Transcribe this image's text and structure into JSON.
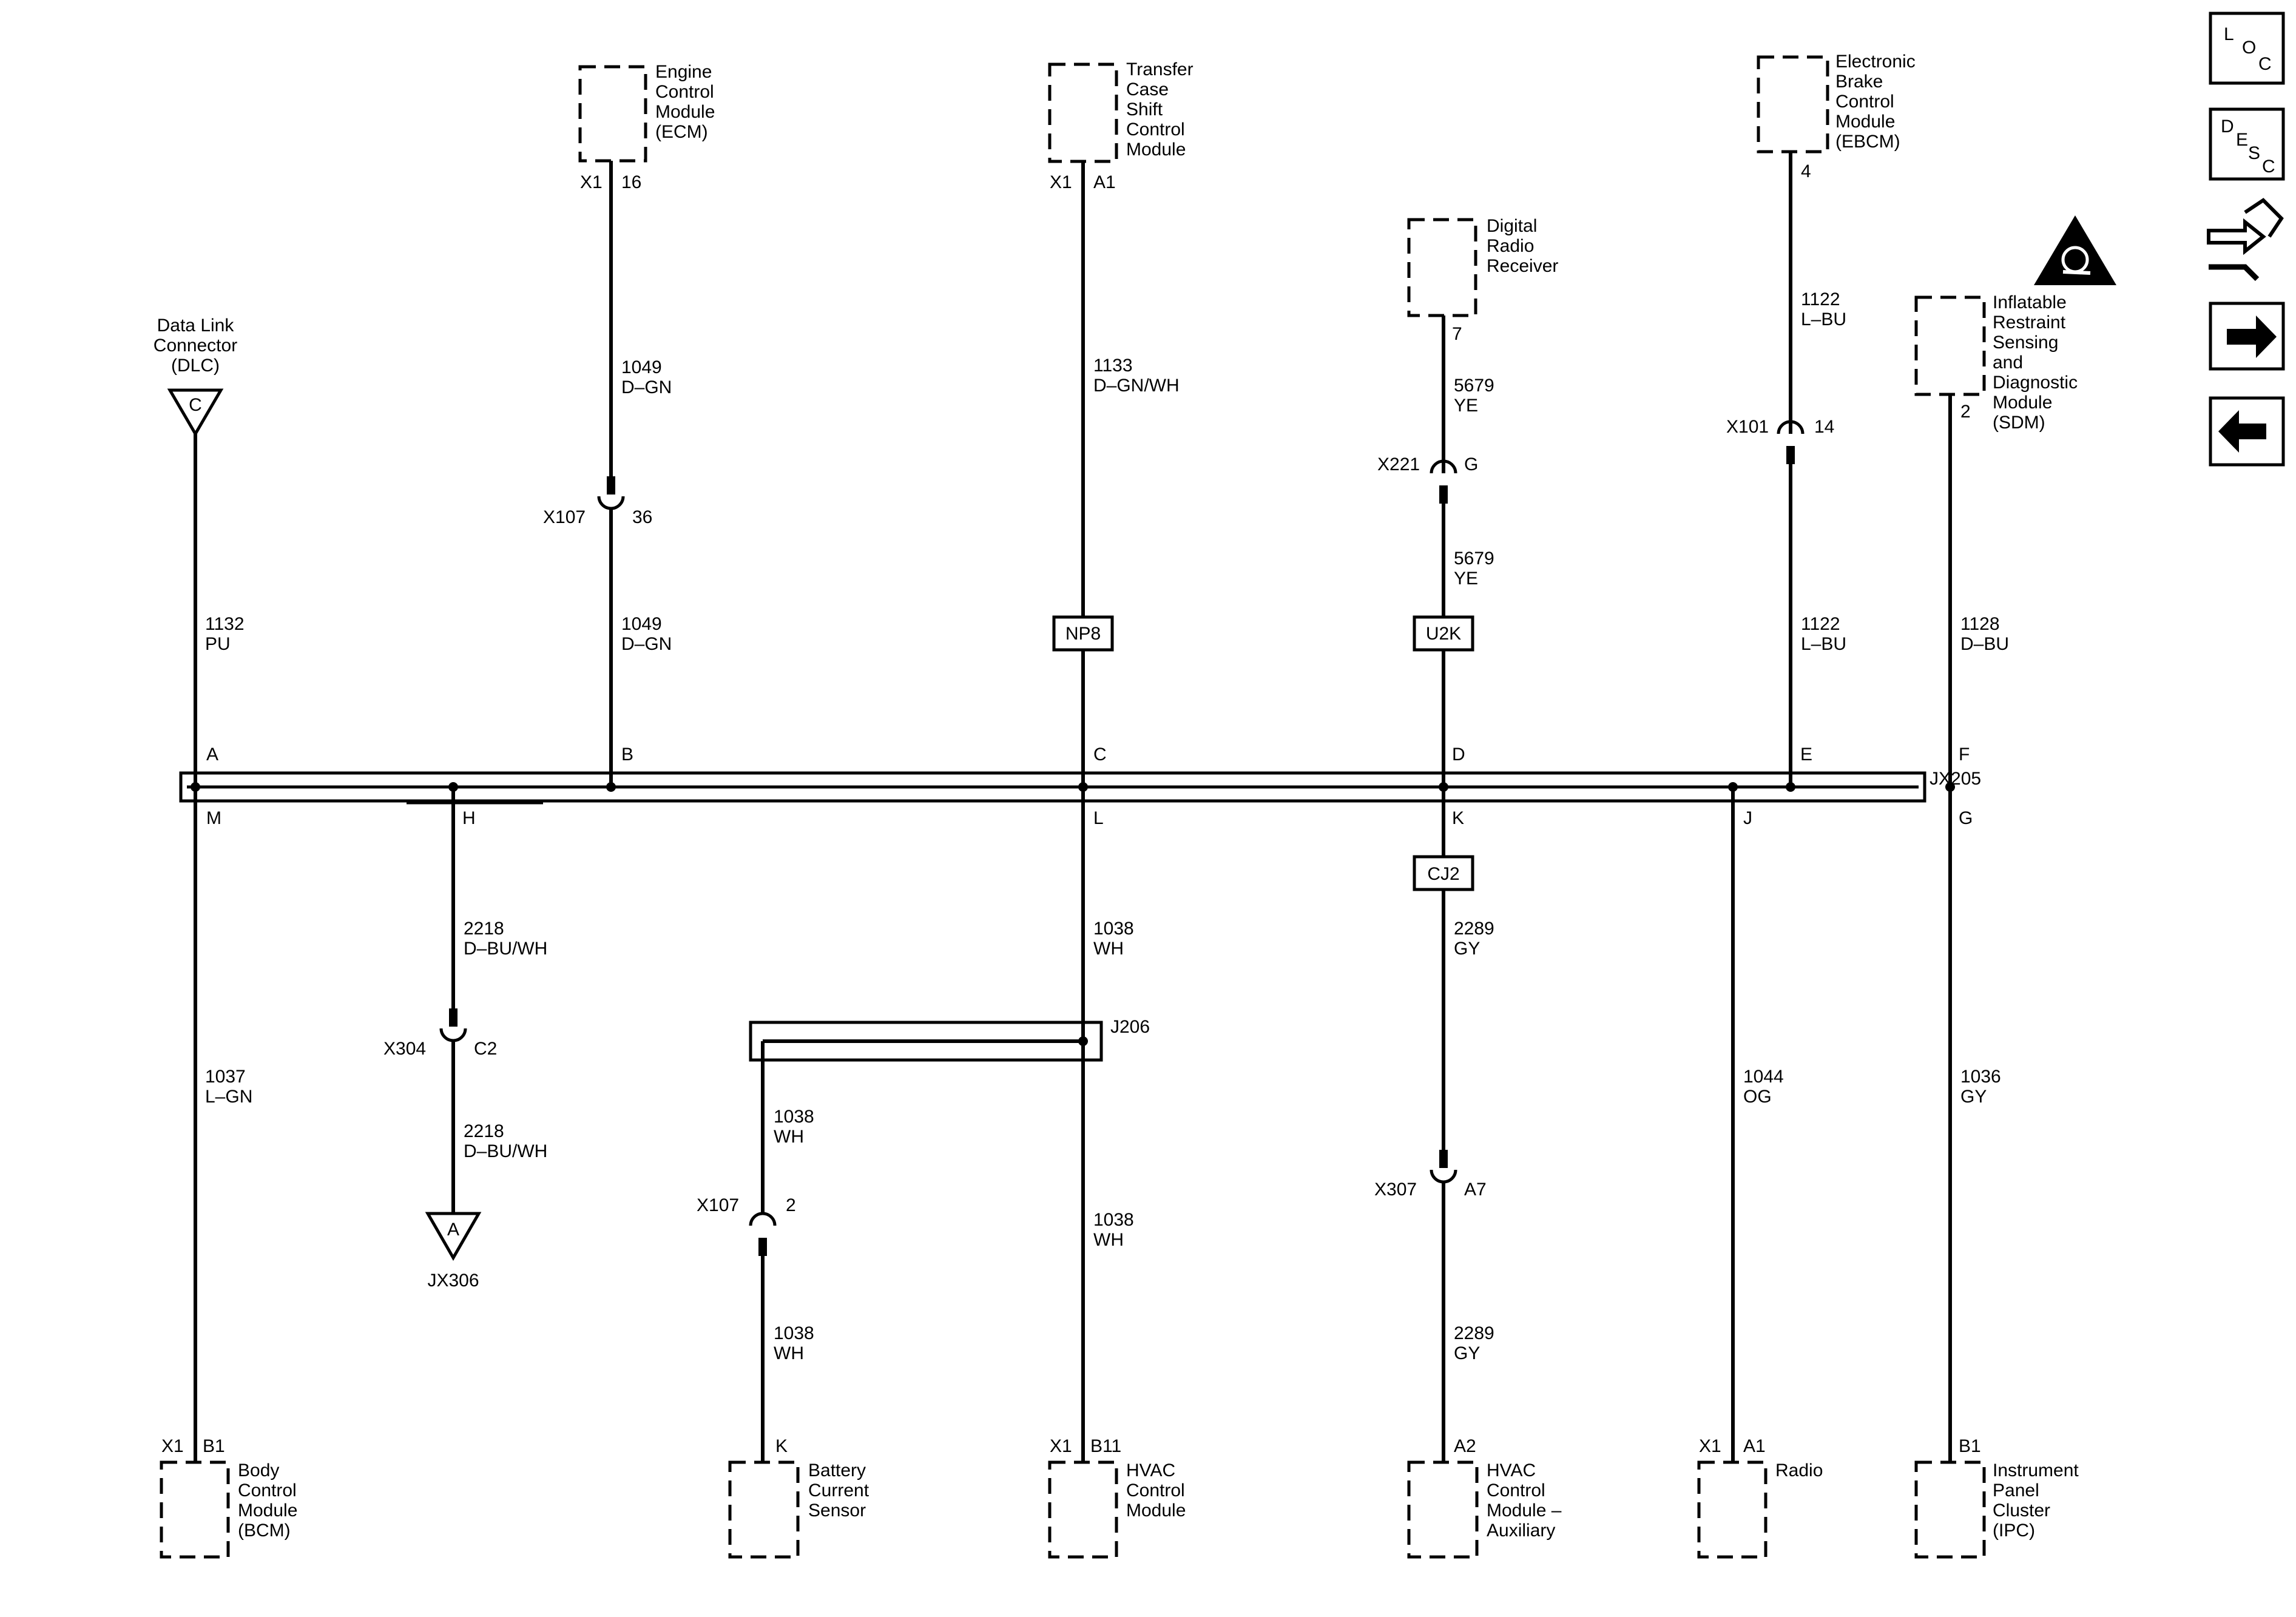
{
  "bus": {
    "name": "JX205"
  },
  "splice2": {
    "name": "J206"
  },
  "dlc": {
    "label": "Data Link\nConnector\n(DLC)",
    "letter": "C"
  },
  "ground": {
    "letter": "A",
    "label": "JX306"
  },
  "top_modules": {
    "ecm": {
      "label": "Engine\nControl\nModule\n(ECM)",
      "pin_left": "X1",
      "pin_right": "16"
    },
    "tcscm": {
      "label": "Transfer\nCase\nShift\nControl\nModule",
      "pin_left": "X1",
      "pin_right": "A1"
    },
    "drr": {
      "label": "Digital\nRadio\nReceiver",
      "pin": "7"
    },
    "ebcm": {
      "label": "Electronic\nBrake\nControl\nModule\n(EBCM)",
      "pin": "4"
    },
    "sdm": {
      "label": "Inflatable\nRestraint\nSensing\nand\nDiagnostic\nModule\n(SDM)",
      "pin": "2"
    }
  },
  "bottom_modules": {
    "bcm": {
      "label": "Body\nControl\nModule\n(BCM)",
      "pin_left": "X1",
      "pin_right": "B1"
    },
    "bcs": {
      "label": "Battery\nCurrent\nSensor",
      "pin": "K"
    },
    "hvac": {
      "label": "HVAC\nControl\nModule",
      "pin_left": "X1",
      "pin_right": "B11"
    },
    "hvac_aux": {
      "label": "HVAC\nControl\nModule –\nAuxiliary",
      "pin": "A2"
    },
    "radio": {
      "label": "Radio",
      "pin_left": "X1",
      "pin_right": "A1"
    },
    "ipc": {
      "label": "Instrument\nPanel\nCluster\n(IPC)",
      "pin": "B1"
    }
  },
  "wires": {
    "w1049a": "1049\nD–GN",
    "w1049b": "1049\nD–GN",
    "w1133": "1133\nD–GN/WH",
    "w5679a": "5679\nYE",
    "w5679b": "5679\nYE",
    "w1122a": "1122\nL–BU",
    "w1122b": "1122\nL–BU",
    "w1132": "1132\nPU",
    "w1128": "1128\nD–BU",
    "w2218a": "2218\nD–BU/WH",
    "w2218b": "2218\nD–BU/WH",
    "w1037": "1037\nL–GN",
    "w1038a": "1038\nWH",
    "w1038b": "1038\nWH",
    "w1038c": "1038\nWH",
    "w1038d": "1038\nWH",
    "w2289a": "2289\nGY",
    "w2289b": "2289\nGY",
    "w1044": "1044\nOG",
    "w1036": "1036\nGY"
  },
  "connectors": {
    "x107_top": {
      "name": "X107",
      "pin": "36"
    },
    "x221": {
      "name": "X221",
      "pin": "G"
    },
    "x101": {
      "name": "X101",
      "pin": "14"
    },
    "x304": {
      "name": "X304",
      "pin": "C2"
    },
    "x107_bot": {
      "name": "X107",
      "pin": "2"
    },
    "x307": {
      "name": "X307",
      "pin": "A7"
    }
  },
  "inline_boxes": {
    "np8": "NP8",
    "u2k": "U2K",
    "cj2": "CJ2"
  },
  "bus_pins_top": [
    "A",
    "B",
    "C",
    "D",
    "E",
    "F"
  ],
  "bus_pins_bottom": [
    "M",
    "H",
    "L",
    "K",
    "J",
    "G"
  ],
  "nav": {
    "loc": [
      "L",
      "O",
      "C"
    ],
    "desc": [
      "D",
      "E",
      "S",
      "C"
    ]
  }
}
